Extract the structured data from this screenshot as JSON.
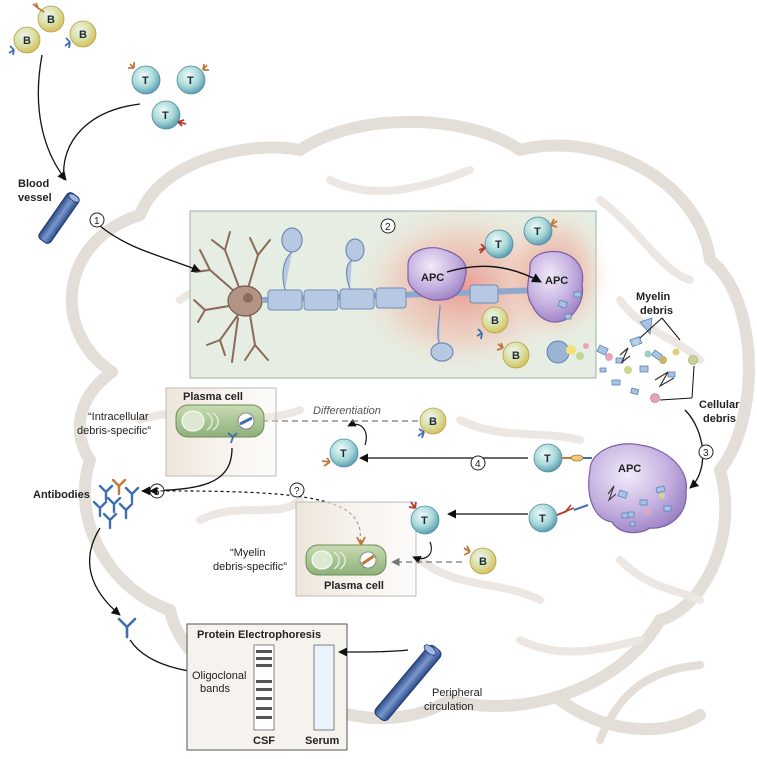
{
  "labels": {
    "blood_vessel_1": "Blood",
    "blood_vessel_2": "vessel",
    "apc": "APC",
    "myelin_debris_1": "Myelin",
    "myelin_debris_2": "debris",
    "cellular_debris_1": "Cellular",
    "cellular_debris_2": "debris",
    "plasma_cell": "Plasma cell",
    "differentiation": "Differentiation",
    "intracellular_1": "“Intracellular",
    "intracellular_2": "debris-specific”",
    "myelin_specific_1": "“Myelin",
    "myelin_specific_2": "debris-specific”",
    "antibodies": "Antibodies",
    "question": "?",
    "protein_electrophoresis": "Protein Electrophoresis",
    "oligoclonal_1": "Oligoclonal",
    "oligoclonal_2": "bands",
    "csf": "CSF",
    "serum": "Serum",
    "peripheral_1": "Peripheral",
    "peripheral_2": "circulation",
    "b_cell": "B",
    "t_cell": "T"
  },
  "steps": [
    "1",
    "2",
    "3",
    "4",
    "5"
  ],
  "colors": {
    "brain_outline": "#e6e0dc",
    "b_cell": "#e3e58c",
    "t_cell": "#a8d8d8",
    "apc": "#b9a2d6",
    "plasma_cell": "#a8c48e",
    "vessel": "#4a6aa8",
    "antibody": "#3f6fb0",
    "inflammation": "#e8a8a0"
  }
}
